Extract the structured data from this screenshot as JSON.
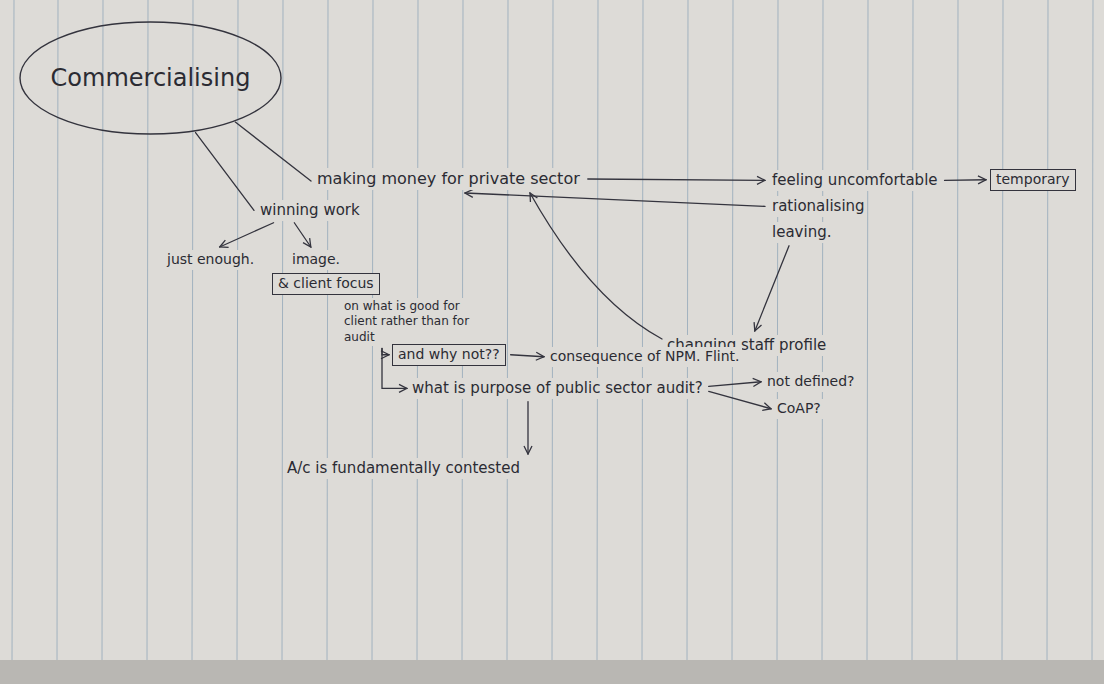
{
  "diagram": {
    "nodes": [
      {
        "text": [
          "Commercialising"
        ]
      },
      {
        "text": [
          "making money for private sector"
        ]
      },
      {
        "text": [
          "feeling uncomfortable"
        ]
      },
      {
        "text": [
          "temporary"
        ]
      },
      {
        "text": [
          "rationalising"
        ]
      },
      {
        "text": [
          "leaving."
        ]
      },
      {
        "text": [
          "changing staff profile"
        ]
      },
      {
        "text": [
          "winning work"
        ]
      },
      {
        "text": [
          "just enough."
        ]
      },
      {
        "text": [
          "image."
        ]
      },
      {
        "text": [
          "& client focus",
          "on what is good for client rather than for audit"
        ]
      },
      {
        "text": [
          "and why not??"
        ]
      },
      {
        "text": [
          "consequence of NPM. Flint."
        ]
      },
      {
        "text": [
          "what is purpose of public sector audit?"
        ]
      },
      {
        "text": [
          "not defined?"
        ]
      },
      {
        "text": [
          "CoAP?"
        ]
      },
      {
        "text": [
          "A/c is fundamentally contested"
        ]
      }
    ],
    "edges": [
      {
        "from": 0,
        "to": 1,
        "arrow": "none"
      },
      {
        "from": 1,
        "to": 2,
        "arrow": "to"
      },
      {
        "from": 2,
        "to": 3,
        "arrow": "to"
      },
      {
        "from": 4,
        "to": 1,
        "arrow": "to"
      },
      {
        "from": 5,
        "to": 6,
        "arrow": "to"
      },
      {
        "from": 6,
        "to": 1,
        "arrow": "to"
      },
      {
        "from": 0,
        "to": 7,
        "arrow": "none"
      },
      {
        "from": 7,
        "to": 8,
        "arrow": "to"
      },
      {
        "from": 7,
        "to": 9,
        "arrow": "to"
      },
      {
        "from": 10,
        "to": 11,
        "arrow": "to"
      },
      {
        "from": 10,
        "to": 13,
        "arrow": "to"
      },
      {
        "from": 11,
        "to": 12,
        "arrow": "to"
      },
      {
        "from": 13,
        "to": 14,
        "arrow": "to"
      },
      {
        "from": 13,
        "to": 15,
        "arrow": "to"
      },
      {
        "from": 13,
        "to": 16,
        "arrow": "to"
      }
    ]
  }
}
